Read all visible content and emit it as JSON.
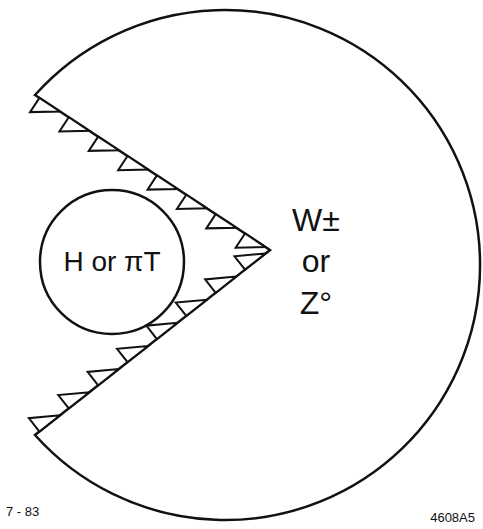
{
  "diagram": {
    "nodes": [
      {
        "text": [
          "H or πT"
        ]
      },
      {
        "text": [
          "W± or Z°"
        ]
      }
    ],
    "labels": [
      "7 - 83",
      "4608A5"
    ]
  }
}
